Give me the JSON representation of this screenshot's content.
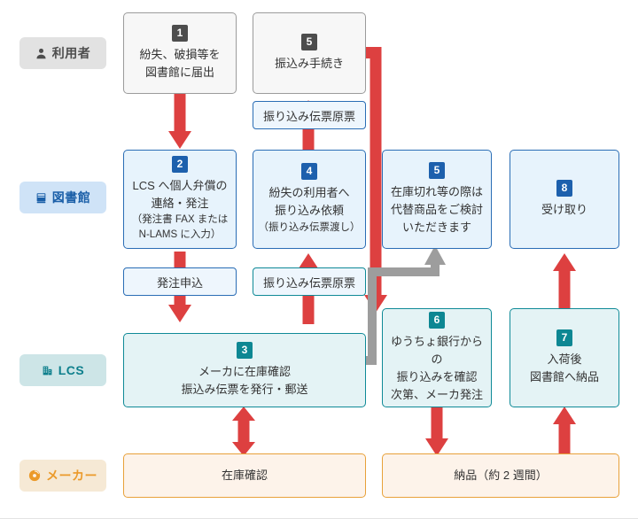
{
  "lanes": [
    {
      "id": "user",
      "label": "利用者",
      "icon": "person-icon"
    },
    {
      "id": "library",
      "label": "図書館",
      "icon": "book-icon"
    },
    {
      "id": "lcs",
      "label": "LCS",
      "icon": "building-icon"
    },
    {
      "id": "maker",
      "label": "メーカー",
      "icon": "disc-icon"
    }
  ],
  "nodes": {
    "n1": {
      "badge": "1",
      "body": "紛失、破損等を\n図書館に届出"
    },
    "n5top": {
      "badge": "5",
      "body": "振込み手続き"
    },
    "n2": {
      "badge": "2",
      "body": "LCS へ個人弁償の\n連絡・発注",
      "sub": "（発注書 FAX または\nN-LAMS に入力）"
    },
    "n4": {
      "badge": "4",
      "body": "紛失の利用者へ\n振り込み依頼",
      "sub": "（振り込み伝票渡し）"
    },
    "n5mid": {
      "badge": "5",
      "body": "在庫切れ等の際は\n代替商品をご検討\nいただきます"
    },
    "n8": {
      "badge": "8",
      "body": "受け取り"
    },
    "n3": {
      "badge": "3",
      "body": "メーカに在庫確認\n振込み伝票を発行・郵送"
    },
    "n6": {
      "badge": "6",
      "body": "ゆうちょ銀行からの\n振り込みを確認\n次第、メーカ発注"
    },
    "n7": {
      "badge": "7",
      "body": "入荷後\n図書館へ納品"
    },
    "m1": {
      "body": "在庫確認"
    },
    "m2": {
      "body": "納品（約 2 週間）"
    }
  },
  "chips": {
    "c1": {
      "label": "振り込み伝票原票"
    },
    "c2": {
      "label": "発注申込"
    },
    "c3": {
      "label": "振り込み伝票原票"
    }
  },
  "colors": {
    "flow_red": "#dd4040",
    "flow_gray": "#9d9d9d",
    "library_accent": "#2a6db5",
    "lcs_accent": "#0f8a97",
    "maker_accent": "#e8a13a",
    "user_accent": "#9b9b9b"
  }
}
